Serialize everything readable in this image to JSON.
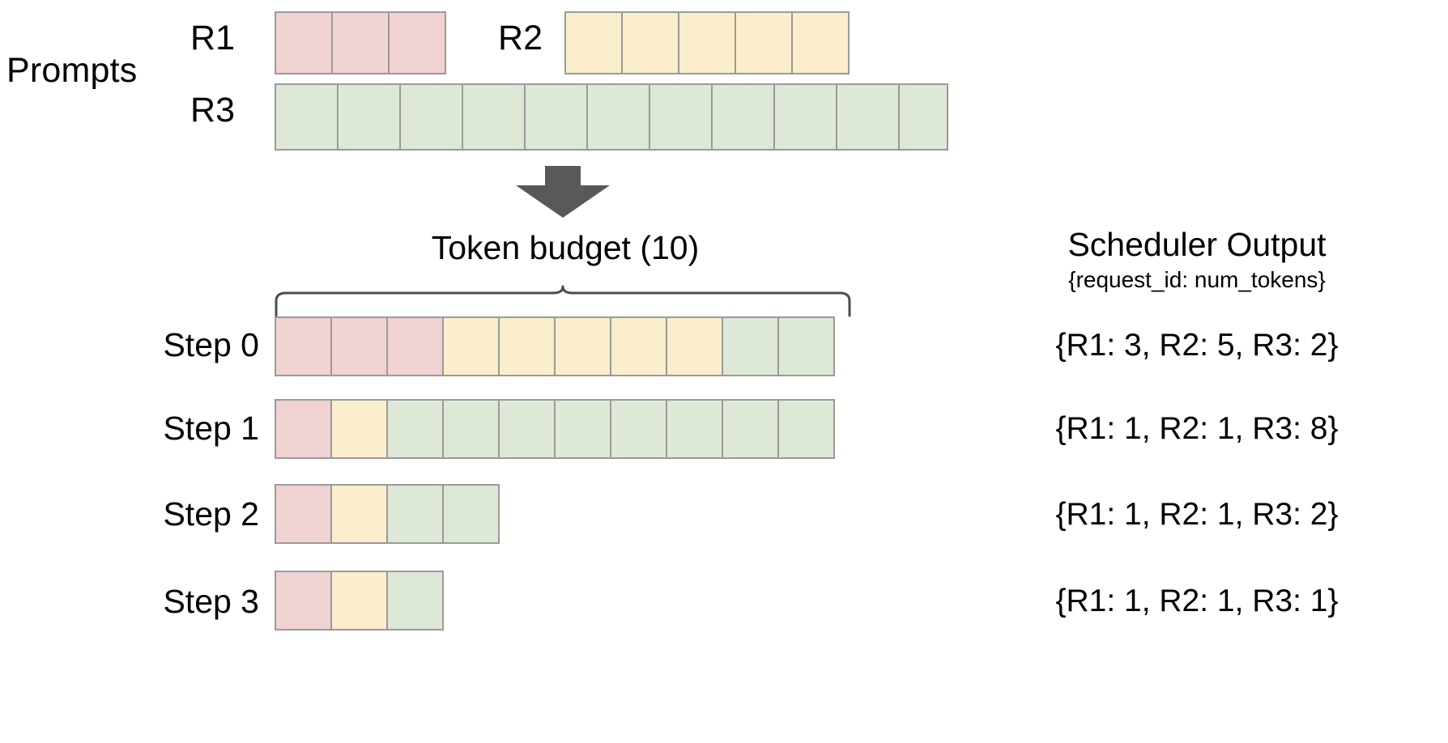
{
  "prompts": {
    "section_label": "Prompts",
    "requests": [
      {
        "id": "R1",
        "label": "R1",
        "tokens": 3,
        "color": "#f0d2d3"
      },
      {
        "id": "R2",
        "label": "R2",
        "tokens": 5,
        "color": "#faeecc"
      },
      {
        "id": "R3",
        "label": "R3",
        "tokens": 11,
        "color": "#dde8d6"
      }
    ]
  },
  "flow": {
    "arrow_icon": "down-arrow-icon",
    "arrow_color": "#595959"
  },
  "budget": {
    "title": "Token  budget (10)",
    "value": 10,
    "brace_icon": "curly-brace-icon"
  },
  "schedule": {
    "steps": [
      {
        "label": "Step 0",
        "cells": [
          {
            "color": "pink",
            "n": 3
          },
          {
            "color": "yellow",
            "n": 5
          },
          {
            "color": "green",
            "n": 2
          }
        ]
      },
      {
        "label": "Step 1",
        "cells": [
          {
            "color": "pink",
            "n": 1
          },
          {
            "color": "yellow",
            "n": 1
          },
          {
            "color": "green",
            "n": 8
          }
        ]
      },
      {
        "label": "Step 2",
        "cells": [
          {
            "color": "pink",
            "n": 1
          },
          {
            "color": "yellow",
            "n": 1
          },
          {
            "color": "green",
            "n": 2
          }
        ]
      },
      {
        "label": "Step 3",
        "cells": [
          {
            "color": "pink",
            "n": 1
          },
          {
            "color": "yellow",
            "n": 1
          },
          {
            "color": "green",
            "n": 1
          }
        ]
      }
    ]
  },
  "scheduler_output": {
    "title": "Scheduler Output",
    "subtitle": "{request_id: num_tokens}",
    "lines": [
      "{R1: 3, R2: 5, R3: 2}",
      "{R1: 1, R2: 1, R3: 8}",
      "{R1: 1, R2: 1, R3: 2}",
      "{R1: 1, R2: 1, R3: 1}"
    ]
  },
  "colors": {
    "pink": "#f0d2d3",
    "yellow": "#faeecc",
    "green": "#dde8d6",
    "cell_border": "#9a9a9a",
    "arrow": "#595959",
    "brace": "#4d4d4d",
    "text": "#000000",
    "background": "#ffffff"
  }
}
